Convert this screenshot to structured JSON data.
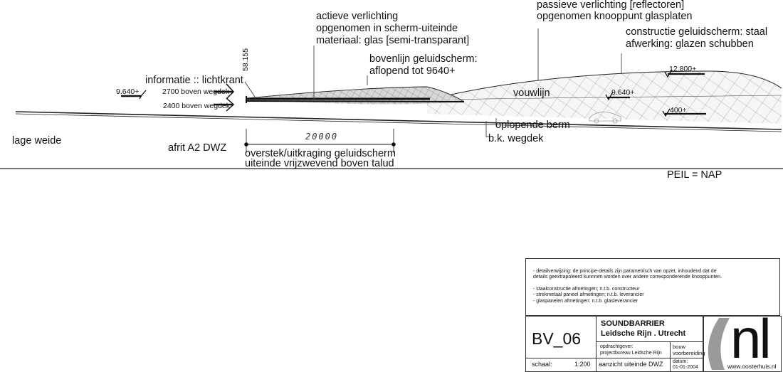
{
  "labels": {
    "active_lighting": [
      "actieve verlichting",
      "opgenomen in scherm-uiteinde",
      "materiaal: glas [semi-transparant]"
    ],
    "passive_lighting": [
      "passieve verlichting [reflectoren]",
      "opgenomen knooppunt glasplaten"
    ],
    "construction": [
      "constructie geluidscherm: staal",
      "afwerking: glazen schubben"
    ],
    "top_line": [
      "bovenlijn geluidscherm:",
      "aflopend tot 9640+"
    ],
    "info": "informatie :: lichtkrant",
    "dim_58155": "58.155",
    "lvl_9640_left": "9.640+",
    "road_2700": "2700 boven wegdek",
    "road_2400": "2400 boven wegdek",
    "fold_line": "vouwlijn",
    "lvl_9640_right": "9.640+",
    "lvl_12800": "12.800+",
    "lvl_400": "400+",
    "rising_berm": "oplopende berm",
    "bk_road": "b.k. wegdek",
    "low_meadow": "lage weide",
    "exit": "afrit A2 DWZ",
    "dim_20000": "20000",
    "overhang": [
      "overstek/uitkraging geluidscherm",
      "uiteinde vrijzwevend boven talud"
    ],
    "peil": "PEIL = NAP"
  },
  "titleblock": {
    "notes": [
      "- detailverwijzing: de principe-details zijn parametrisch van opzet, inhoudend dat de",
      "  details geextrapoleerd kunnnen worden over andere corresponderende knooppunten.",
      "",
      "- staalconstructie afmetingen; n.t.b. constructeur",
      "- strekmetaal paneel afmetingen; n.t.b. leverancier",
      "- glaspanelen afmetingen: n.t.b. glasleverancier"
    ],
    "code": "BV_06",
    "project_title": "SOUNDBARRIER",
    "project_subtitle": "Leidsche Rijn . Utrecht",
    "client_label": "opdrachtgever:",
    "client": "projectbureau Leidsche Rijn",
    "phase": [
      "bouw",
      "voorbereiding"
    ],
    "scale_label": "schaal:",
    "scale": "1:200",
    "view": "aanzicht uiteinde DWZ",
    "date_label": "datum:",
    "date": "01-01-2004",
    "logo": "nl",
    "website": "www.oosterhuis.nl"
  }
}
